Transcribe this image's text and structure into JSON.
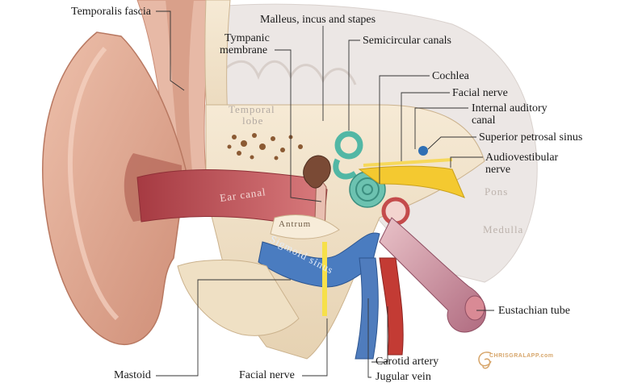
{
  "labels": {
    "temporalis_fascia": "Temporalis fascia",
    "ossicles": "Malleus, incus and stapes",
    "tympanic_membrane_1": "Tympanic",
    "tympanic_membrane_2": "membrane",
    "semicircular_canals": "Semicircular canals",
    "cochlea": "Cochlea",
    "facial_nerve_top": "Facial nerve",
    "internal_auditory_canal_1": "Internal auditory",
    "internal_auditory_canal_2": "canal",
    "superior_petrosal_sinus": "Superior petrosal sinus",
    "audiovestibular_nerve_1": "Audiovestibular",
    "audiovestibular_nerve_2": "nerve",
    "eustachian_tube": "Eustachian tube",
    "carotid_artery": "Carotid artery",
    "jugular_vein": "Jugular vein",
    "facial_nerve_bottom": "Facial nerve",
    "mastoid": "Mastoid"
  },
  "regions": {
    "temporal_lobe_1": "Temporal",
    "temporal_lobe_2": "lobe",
    "ear_canal": "Ear canal",
    "antrum": "Antrum",
    "sigmoid_sinus": "Sigmoid sinus",
    "pons": "Pons",
    "medulla": "Medulla"
  },
  "credit": "CHRISGRALAPP.com",
  "colors": {
    "skin": "#e2ab94",
    "skin_dark": "#c98a73",
    "bone": "#f1e2c8",
    "canal": "#b8484e",
    "cochlea": "#6cc2b0",
    "nerve": "#f2c52a",
    "vein": "#4a76b7",
    "artery": "#c63a35",
    "brain": "#ece6e3",
    "leader": "#333333"
  }
}
